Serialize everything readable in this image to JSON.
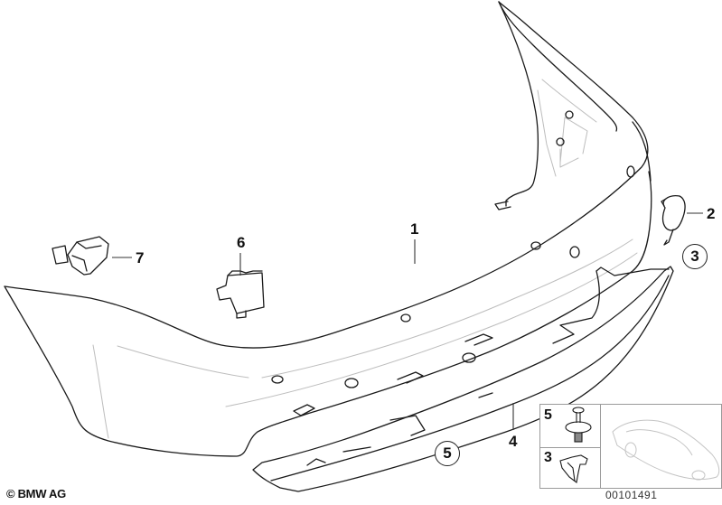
{
  "diagram": {
    "type": "exploded parts diagram",
    "subject": "Rear bumper trim panel assembly",
    "callouts": [
      {
        "id": "1",
        "label": "1",
        "part": "bumper trim panel"
      },
      {
        "id": "2",
        "label": "2",
        "part": "tow hook cover flap"
      },
      {
        "id": "3",
        "label": "3",
        "part": "clip (encircled reference)"
      },
      {
        "id": "4",
        "label": "4",
        "part": "lower trim / spoiler strip"
      },
      {
        "id": "5",
        "label": "5",
        "part": "expanding rivet (encircled reference)"
      },
      {
        "id": "6",
        "label": "6",
        "part": "bracket / mount"
      },
      {
        "id": "7",
        "label": "7",
        "part": "holder / bracket"
      }
    ],
    "circled_callouts": [
      "3",
      "5"
    ],
    "inset": {
      "rows": [
        {
          "label": "5",
          "part": "expanding rivet"
        },
        {
          "label": "3",
          "part": "clip"
        }
      ],
      "vehicle_thumbnail": "car-outline"
    }
  },
  "footer": {
    "copyright": "© BMW AG",
    "drawing_number": "00101491"
  },
  "colors": {
    "line": "#1a1a1a",
    "light_line": "#bdbdbd",
    "background": "#ffffff"
  }
}
